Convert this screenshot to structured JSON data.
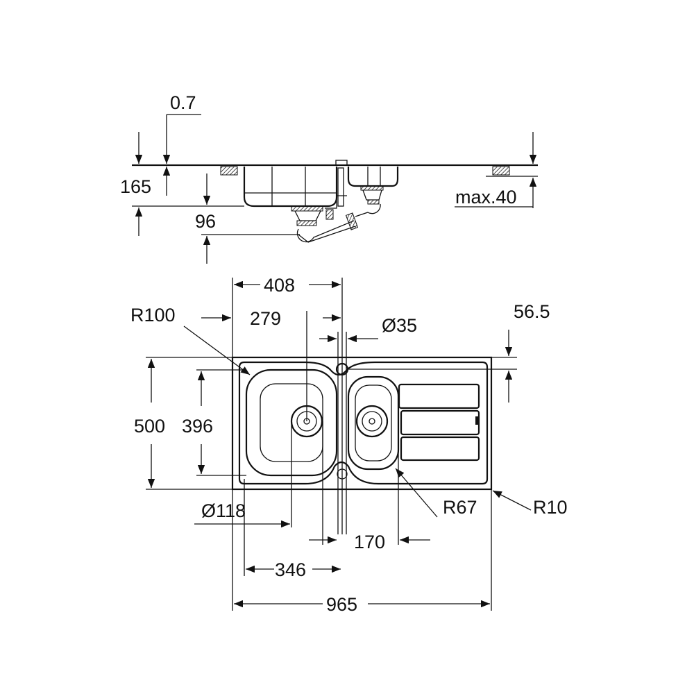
{
  "drawing": {
    "title": "Kitchen sink dimensional drawing",
    "side_view": {
      "thickness": "0.7",
      "height": "165",
      "bowl_depth": "96",
      "max_worktop": "max.40"
    },
    "plan_view": {
      "bowl_offset": "408",
      "tap_offset": "279",
      "tap_hole": "Ø35",
      "tap_edge": "56.5",
      "corner_radius_bowl": "R100",
      "width": "500",
      "bowl_width": "396",
      "waste_diameter": "Ø118",
      "small_bowl": "170",
      "large_bowl": "346",
      "length": "965",
      "radius_small_bowl": "R67",
      "radius_outer": "R10"
    }
  },
  "colors": {
    "line": "#111111",
    "background": "#ffffff"
  }
}
